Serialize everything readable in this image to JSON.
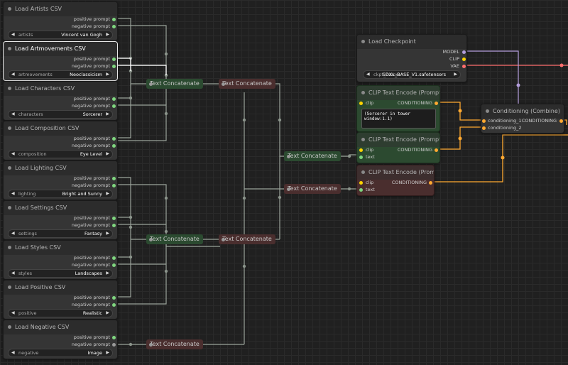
{
  "csv_nodes": [
    {
      "title": "Load Artists CSV",
      "out1": "positive prompt",
      "out2": "negative prompt",
      "widget_label": "artists",
      "widget_value": "Vincent van Gogh",
      "selected": false
    },
    {
      "title": "Load Artmovements CSV",
      "out1": "positive prompt",
      "out2": "negative prompt",
      "widget_label": "artmovements",
      "widget_value": "Neoclassicism",
      "selected": true
    },
    {
      "title": "Load Characters CSV",
      "out1": "positive prompt",
      "out2": "negative prompt",
      "widget_label": "characters",
      "widget_value": "Sorcerer",
      "selected": false
    },
    {
      "title": "Load Composition CSV",
      "out1": "positive prompt",
      "out2": "negative prompt",
      "widget_label": "composition",
      "widget_value": "Eye Level",
      "selected": false
    },
    {
      "title": "Load Lighting CSV",
      "out1": "positive prompt",
      "out2": "negative prompt",
      "widget_label": "lighting",
      "widget_value": "Bright and Sunny",
      "selected": false
    },
    {
      "title": "Load Settings CSV",
      "out1": "positive prompt",
      "out2": "negative prompt",
      "widget_label": "settings",
      "widget_value": "Fantasy",
      "selected": false
    },
    {
      "title": "Load Styles CSV",
      "out1": "positive prompt",
      "out2": "negative prompt",
      "widget_label": "styles",
      "widget_value": "Landscapes",
      "selected": false
    },
    {
      "title": "Load Positive CSV",
      "out1": "positive prompt",
      "out2": "negative prompt",
      "widget_label": "positive",
      "widget_value": "Realistic",
      "selected": false
    },
    {
      "title": "Load Negative CSV",
      "out1": "positive prompt",
      "out2": "negative prompt",
      "widget_label": "negative",
      "widget_value": "Image",
      "selected": false
    }
  ],
  "text_concat_label": "Text Concatenate",
  "checkpoint": {
    "title": "Load Checkpoint",
    "out_model": "MODEL",
    "out_clip": "CLIP",
    "out_vae": "VAE",
    "widget_label": "ckpt_name",
    "widget_value": "SDXL_BASE_V1.safetensors"
  },
  "clip_g": {
    "title": "CLIP Text Encode (Prompt G)",
    "in_clip": "clip",
    "out": "CONDITIONING",
    "text": "(Sorcerer in tower window:1.1)"
  },
  "clip_l": {
    "title": "CLIP Text Encode (Prompt L)",
    "in_clip": "clip",
    "in_text": "text",
    "out": "CONDITIONING"
  },
  "clip_neg": {
    "title": "CLIP Text Encode (Prompt)",
    "in_clip": "clip",
    "in_text": "text",
    "out": "CONDITIONING"
  },
  "combine": {
    "title": "Conditioning (Combine)",
    "in1": "conditioning_1",
    "in2": "conditioning_2",
    "out": "CONDITIONING"
  },
  "colors": {
    "wire": "#9aa39a",
    "conditioning": "#ffa931",
    "clip": "#ffd500",
    "vae": "#ff6e6e",
    "model": "#b39ddb",
    "string_port": "#7fd67f",
    "green_node": "#2c4a30",
    "red_node": "#4a2e2e"
  }
}
